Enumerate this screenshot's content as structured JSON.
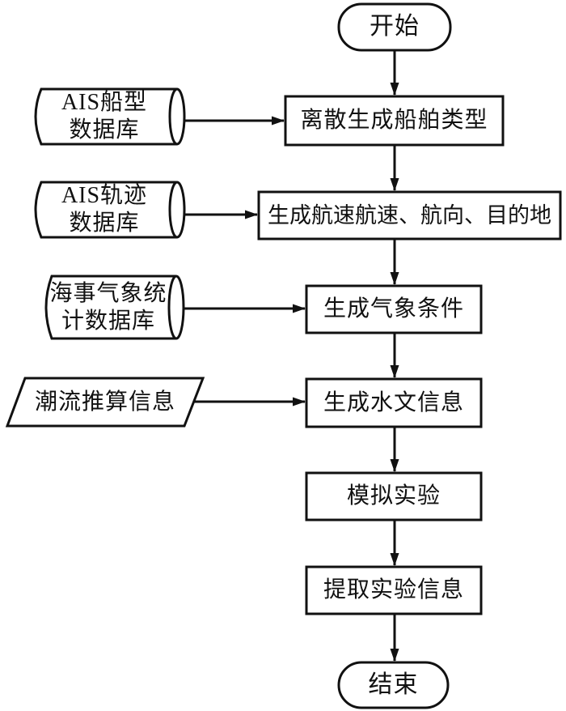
{
  "diagram": {
    "colors": {
      "stroke": "#111111",
      "background": "#ffffff",
      "text": "#111111"
    },
    "start": {
      "label": "开始"
    },
    "end": {
      "label": "结束"
    },
    "process_steps": [
      {
        "label": "离散生成船舶类型"
      },
      {
        "label": "生成航速航速、航向、目的地"
      },
      {
        "label": "生成气象条件"
      },
      {
        "label": "生成水文信息"
      },
      {
        "label": "模拟实验"
      },
      {
        "label": "提取实验信息"
      }
    ],
    "data_sources": [
      {
        "label": "AIS船型\n数据库",
        "shape": "cylinder"
      },
      {
        "label": "AIS轨迹\n数据库",
        "shape": "cylinder"
      },
      {
        "label": "海事气象统\n计数据库",
        "shape": "cylinder"
      },
      {
        "label": "潮流推算信息",
        "shape": "parallelogram"
      }
    ]
  }
}
